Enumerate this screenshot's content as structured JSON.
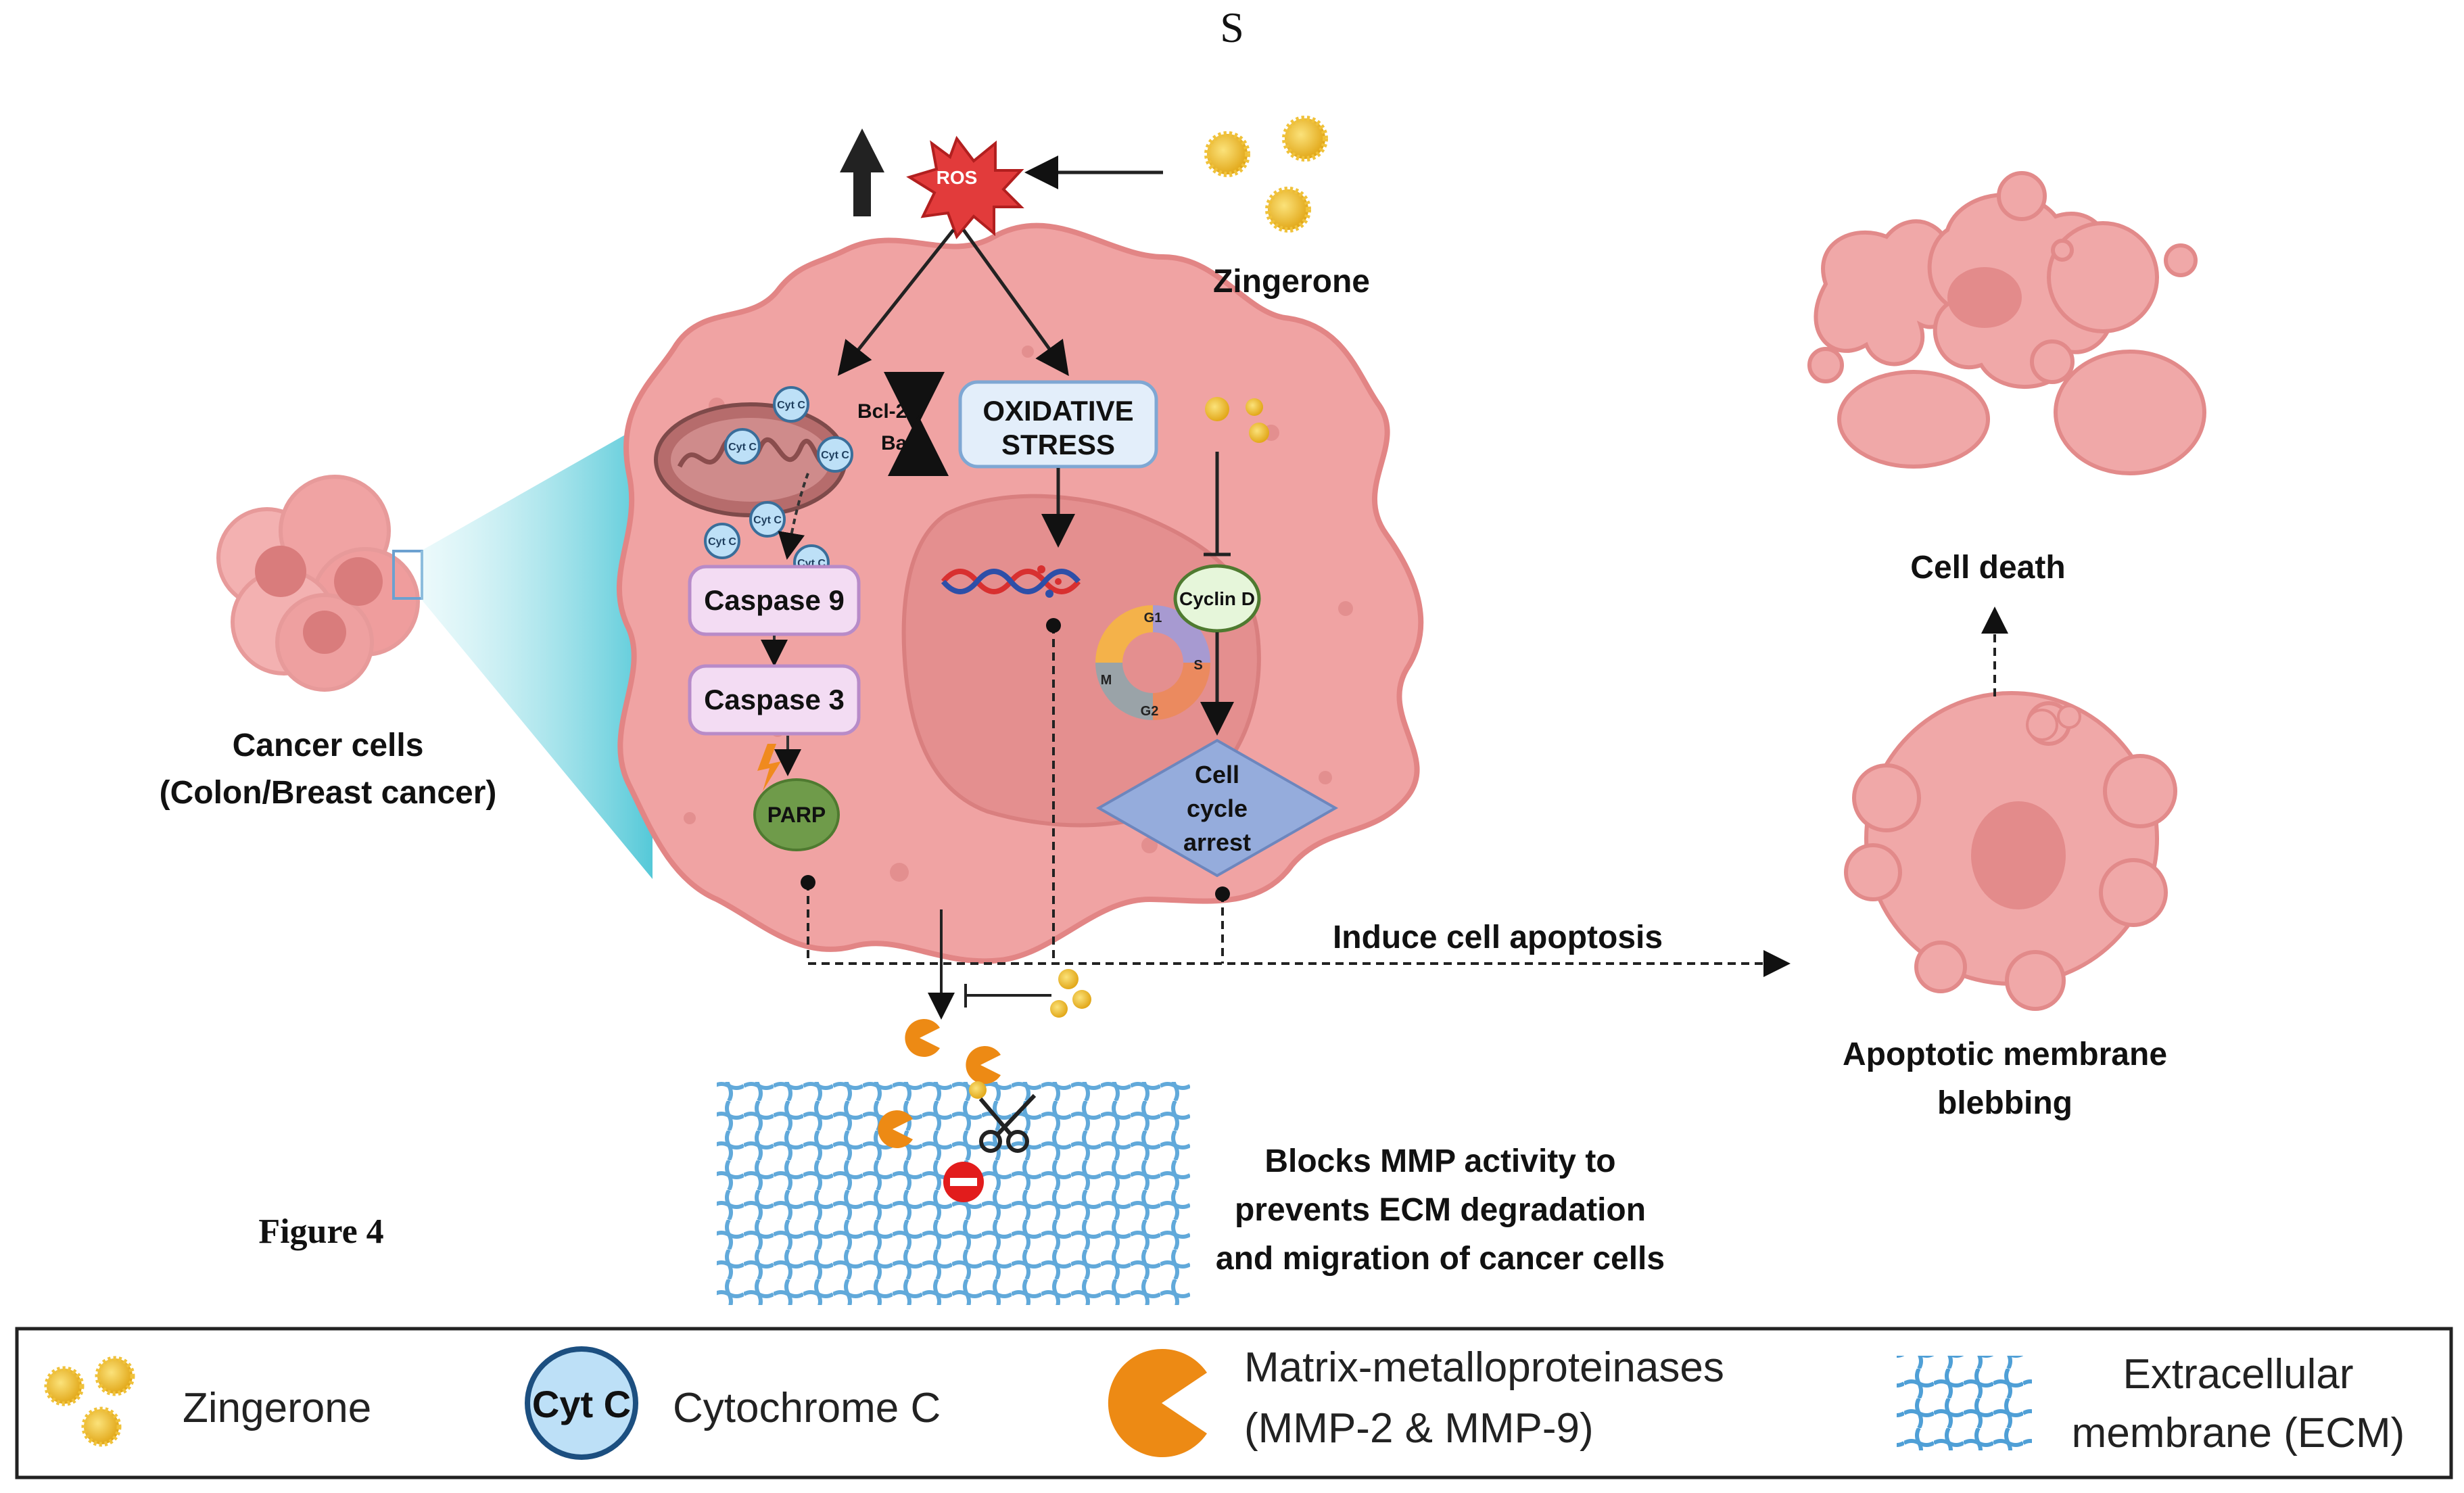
{
  "header_letter": "S",
  "figure_label": "Figure 4",
  "ros_label": "ROS",
  "zingerone_top_label": "Zingerone",
  "oxidative_stress": {
    "line1": "OXIDATIVE",
    "line2": "STRESS"
  },
  "bcl2_label": "Bcl-2",
  "bax_label": "Bax",
  "cytc_small_label": "Cyt C",
  "caspase9_label": "Caspase 9",
  "caspase3_label": "Caspase 3",
  "parp_label": "PARP",
  "cyclin_d_label": "Cyclin D",
  "cell_cycle_phases": [
    "G1",
    "S",
    "G2",
    "M"
  ],
  "cell_cycle_arrest": {
    "line1": "Cell",
    "line2": "cycle",
    "line3": "arrest"
  },
  "cancer_cells": {
    "line1": "Cancer cells",
    "line2": "(Colon/Breast cancer)"
  },
  "induce_apoptosis_label": "Induce cell apoptosis",
  "cell_death_label": "Cell death",
  "blebbing": {
    "line1": "Apoptotic membrane",
    "line2": "blebbing"
  },
  "mmp_block": {
    "line1": "Blocks MMP activity to",
    "line2": "prevents ECM degradation",
    "line3": "and migration of cancer cells"
  },
  "legend": {
    "zingerone": "Zingerone",
    "cytc_icon": "Cyt C",
    "cytochrome": "Cytochrome C",
    "mmp_line1": "Matrix-metalloproteinases",
    "mmp_line2": "(MMP-2 & MMP-9)",
    "ecm_line1": "Extracellular",
    "ecm_line2": "membrane (ECM)"
  },
  "colors": {
    "cell_fill": "#f0a3a3",
    "cell_stroke": "#e08585",
    "nucleus": "#e28e8e",
    "ros": "#e23b3b",
    "zingerone": "#f2c028",
    "cytc": "#bde0f7",
    "caspase": "#f3dcf3",
    "parp": "#6f9b4a",
    "oxidative_box": "#e3eefa",
    "arrest_diamond": "#95acdc",
    "mmp": "#ed8a14",
    "ecm": "#5aa5d8",
    "dead_cell": "#f0a8a8"
  }
}
